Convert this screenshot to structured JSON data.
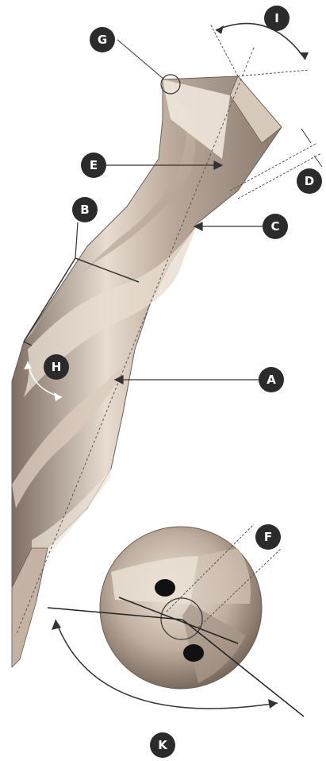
{
  "labels": {
    "a": "A",
    "b": "B",
    "c": "C",
    "d": "D",
    "e": "E",
    "f": "F",
    "g": "G",
    "h": "H",
    "i": "I",
    "k": "K"
  },
  "colors": {
    "badge_fill": "#2b2b2b",
    "badge_text": "#ffffff",
    "metal_light": "#e8dcd0",
    "metal_mid": "#b9a89a",
    "metal_dark": "#7d6d62",
    "leader_line": "#333333"
  }
}
